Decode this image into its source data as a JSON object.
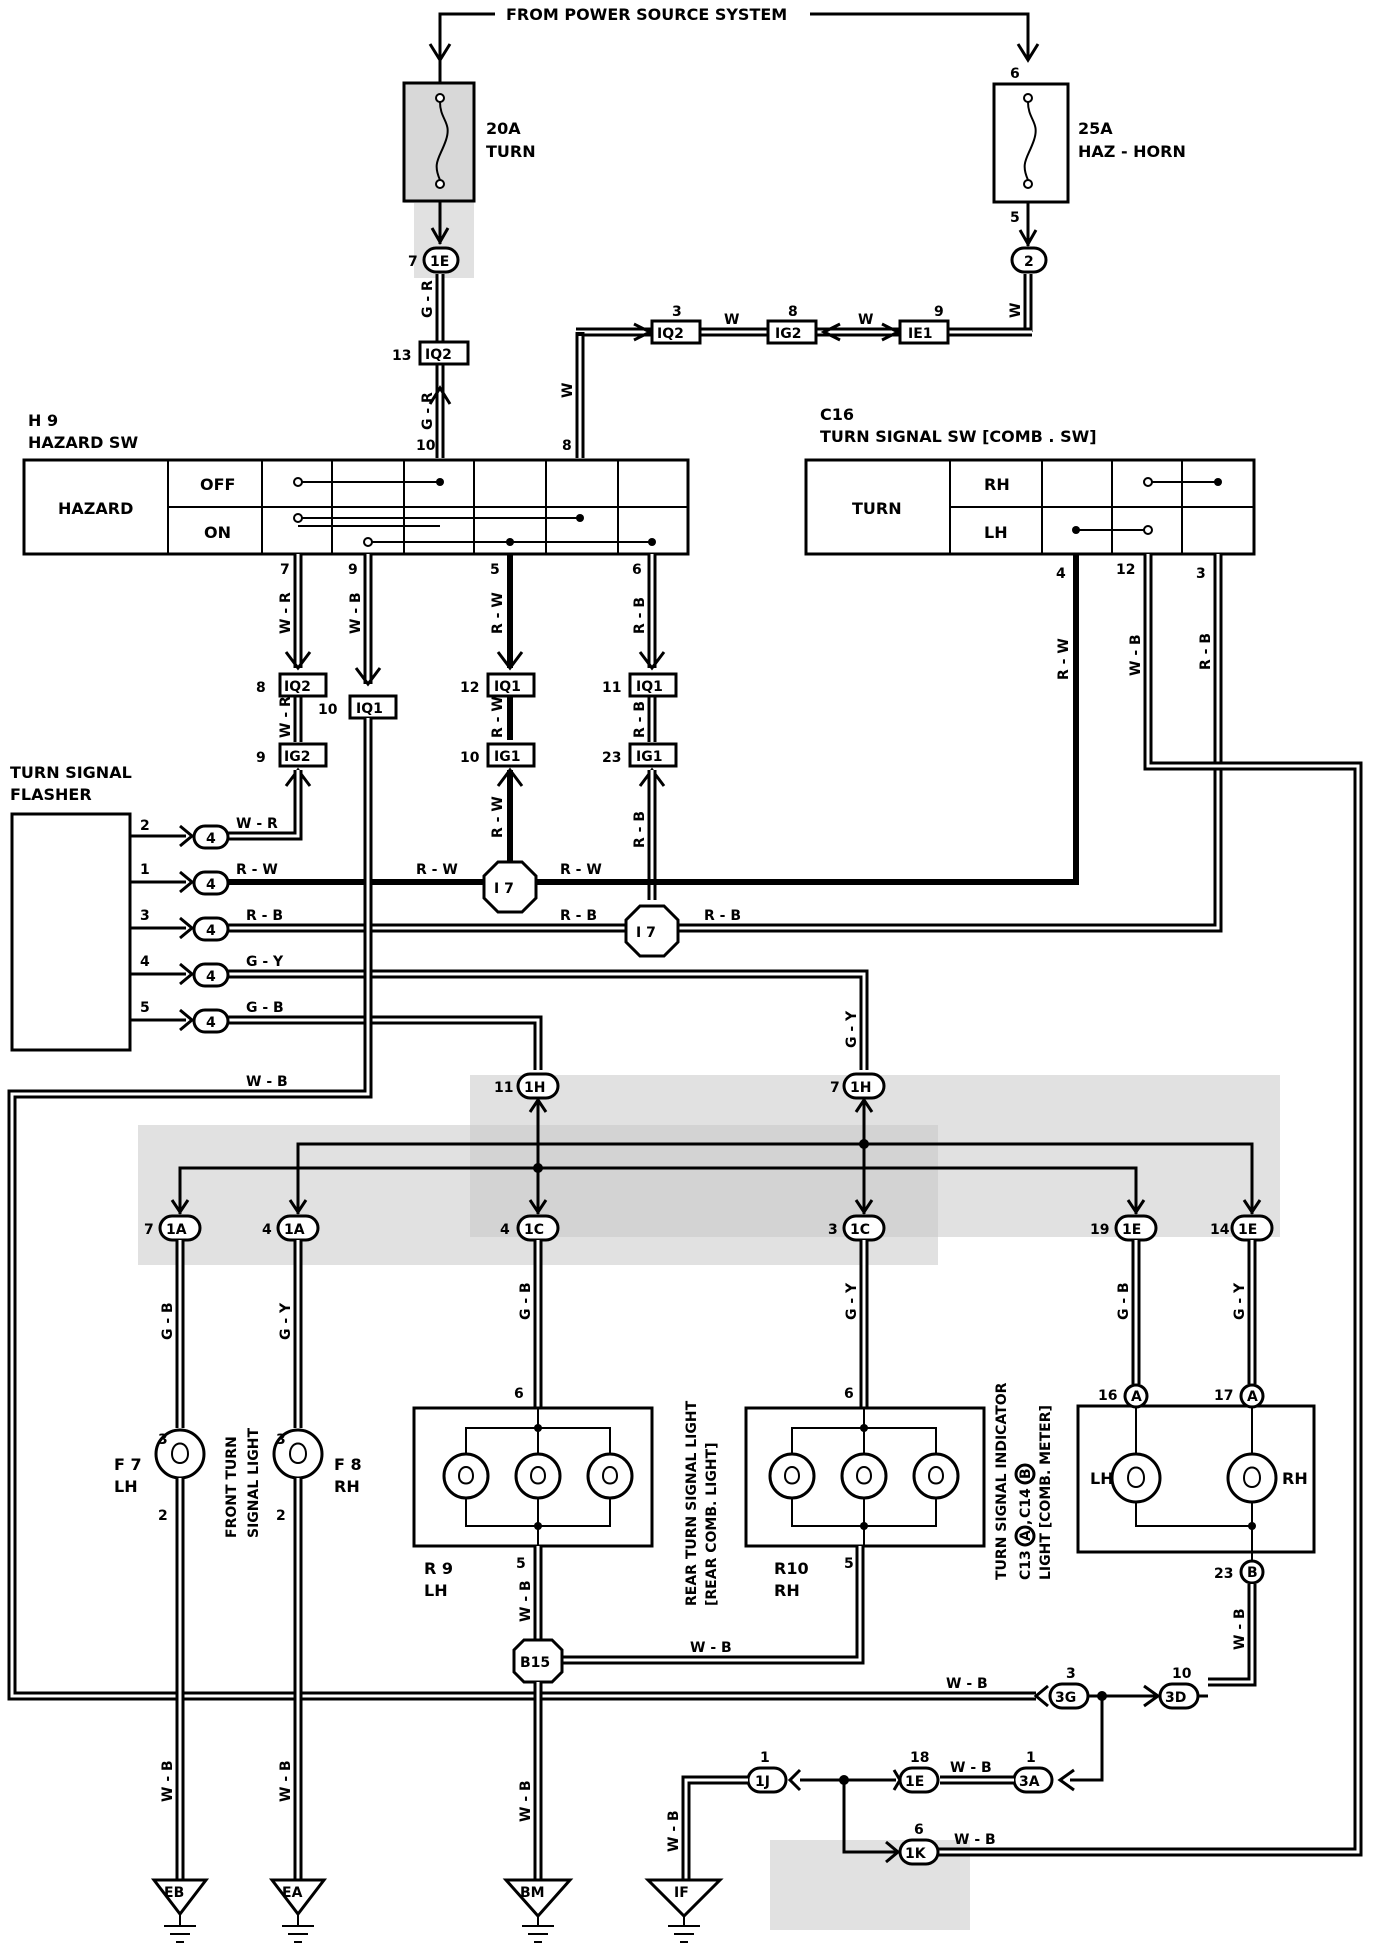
{
  "power_source": "FROM POWER SOURCE SYSTEM",
  "fuses": {
    "turn": {
      "amps": "20A",
      "name": "TURN"
    },
    "haz_horn": {
      "amps": "25A",
      "name": "HAZ - HORN",
      "pin_in": "6",
      "pin_out": "5"
    }
  },
  "hazard_sw": {
    "code": "H 9",
    "name": "HAZARD SW",
    "label": "HAZARD",
    "off": "OFF",
    "on": "ON",
    "pins": {
      "p10": "10",
      "p8": "8",
      "p7": "7",
      "p9": "9",
      "p5": "5",
      "p6": "6"
    }
  },
  "turn_sw": {
    "code": "C16",
    "name": "TURN SIGNAL SW [COMB . SW]",
    "label": "TURN",
    "rh": "RH",
    "lh": "LH",
    "pins": {
      "p4": "4",
      "p12": "12",
      "p3": "3"
    }
  },
  "flasher": {
    "name_line1": "TURN SIGNAL",
    "name_line2": "FLASHER",
    "pins": [
      "2",
      "1",
      "3",
      "4",
      "5"
    ],
    "connector": "4",
    "wires": [
      "W - R",
      "R - W",
      "R - B",
      "G - Y",
      "G - B"
    ]
  },
  "connectors": {
    "c1E_top": {
      "label": "1E",
      "pin": "7"
    },
    "c2": {
      "label": "2"
    },
    "iq2_top": {
      "label": "IQ2",
      "pin": "13"
    },
    "iq2_mid": {
      "label": "IQ2",
      "pin": "3"
    },
    "ig2_mid": {
      "label": "IG2",
      "pin": "8"
    },
    "ie1_mid": {
      "label": "IE1",
      "pin": "9"
    },
    "iq2_left": {
      "label": "IQ2",
      "pin": "8"
    },
    "ig2_left": {
      "label": "IG2",
      "pin": "9"
    },
    "iq1_left": {
      "label": "IQ1",
      "pin": "10"
    },
    "iq1_a": {
      "label": "IQ1",
      "pin": "12"
    },
    "ig1_a": {
      "label": "IG1",
      "pin": "10"
    },
    "iq1_b": {
      "label": "IQ1",
      "pin": "11"
    },
    "ig1_b": {
      "label": "IG1",
      "pin": "23"
    },
    "i7_a": {
      "label": "I 7"
    },
    "i7_b": {
      "label": "I 7"
    },
    "c1H_a": {
      "label": "1H",
      "pin": "11"
    },
    "c1H_b": {
      "label": "1H",
      "pin": "7"
    },
    "c1A_a": {
      "label": "1A",
      "pin": "7"
    },
    "c1A_b": {
      "label": "1A",
      "pin": "4"
    },
    "c1C_a": {
      "label": "1C",
      "pin": "4"
    },
    "c1C_b": {
      "label": "1C",
      "pin": "3"
    },
    "c1E_a": {
      "label": "1E",
      "pin": "19"
    },
    "c1E_b": {
      "label": "1E",
      "pin": "14"
    },
    "b15": {
      "label": "B15"
    },
    "c3G": {
      "label": "3G",
      "pin": "3"
    },
    "c3D": {
      "label": "3D",
      "pin": "10"
    },
    "c3A": {
      "label": "3A",
      "pin": "1"
    },
    "c1E_low": {
      "label": "1E",
      "pin": "18"
    },
    "c1J": {
      "label": "1J",
      "pin": "1"
    },
    "c1K": {
      "label": "1K",
      "pin": "6"
    }
  },
  "wires": {
    "g_r": "G - R",
    "w": "W",
    "w_r": "W - R",
    "w_b": "W - B",
    "r_w": "R - W",
    "r_b": "R - B",
    "g_b": "G - B",
    "g_y": "G - Y"
  },
  "lights": {
    "f7": {
      "code": "F 7",
      "side": "LH",
      "pin_top": "3",
      "pin_bot": "2"
    },
    "f8": {
      "code": "F 8",
      "side": "RH",
      "pin_top": "3",
      "pin_bot": "2"
    },
    "front_label_1": "FRONT TURN",
    "front_label_2": "SIGNAL LIGHT",
    "r9": {
      "code": "R 9",
      "side": "LH",
      "pin_top": "6",
      "pin_bot": "5"
    },
    "r10": {
      "code": "R10",
      "side": "RH",
      "pin_top": "6",
      "pin_bot": "5"
    },
    "rear_label_1": "REAR TURN SIGNAL LIGHT",
    "rear_label_2": "[REAR COMB. LIGHT]",
    "indicator": {
      "label_1": "C13",
      "a": "A",
      "sep": ",",
      "label_2": "C14",
      "b": "B",
      "desc_1": "TURN SIGNAL INDICATOR",
      "desc_2": "LIGHT [COMB. METER]",
      "pin_a1": "16",
      "pin_a2": "17",
      "pin_b": "23",
      "lh": "LH",
      "rh": "RH"
    }
  },
  "grounds": [
    "EB",
    "EA",
    "BM",
    "IF"
  ]
}
